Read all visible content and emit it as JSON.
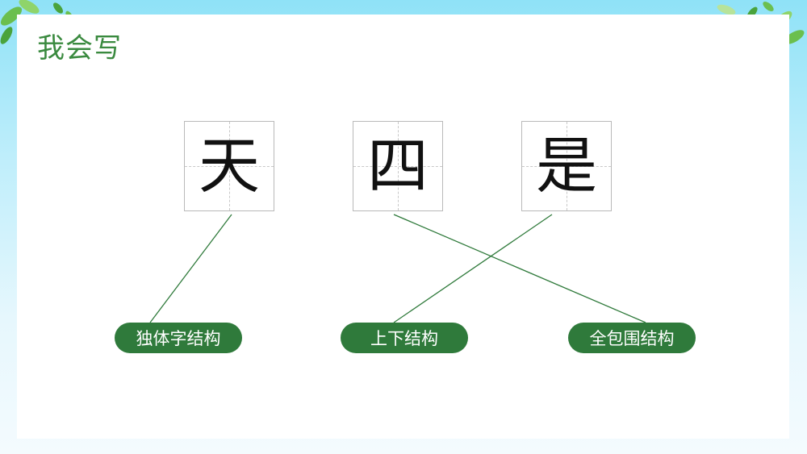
{
  "title": "我会写",
  "characters": [
    {
      "char": "天"
    },
    {
      "char": "四"
    },
    {
      "char": "是"
    }
  ],
  "structures": [
    {
      "label": "独体字结构"
    },
    {
      "label": "上下结构"
    },
    {
      "label": "全包围结构"
    }
  ],
  "matches": [
    {
      "char": "天",
      "structure": "独体字结构"
    },
    {
      "char": "四",
      "structure": "全包围结构"
    },
    {
      "char": "是",
      "structure": "上下结构"
    }
  ],
  "colors": {
    "accent_green": "#2f7a3b",
    "title_green": "#3a8a3f",
    "line_green": "#2f7a3b",
    "background_sky": "#8fe2f7"
  }
}
